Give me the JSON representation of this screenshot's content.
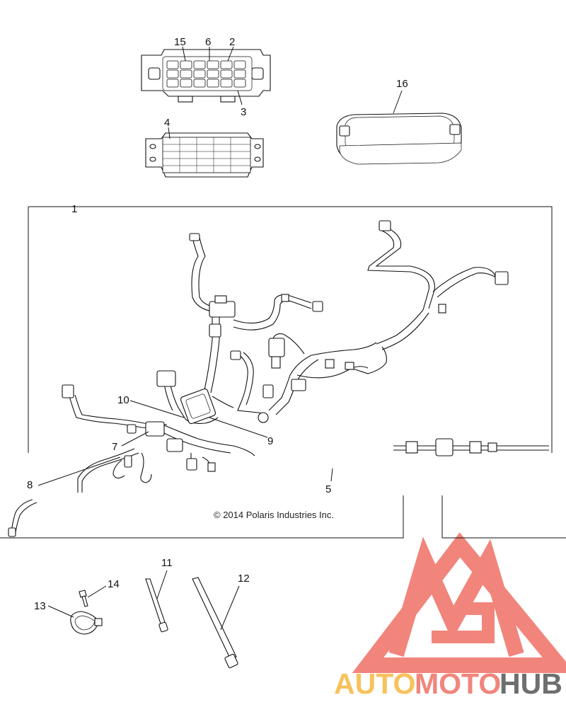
{
  "callouts": {
    "c1": "1",
    "c2": "2",
    "c3": "3",
    "c4": "4",
    "c5": "5",
    "c6": "6",
    "c7": "7",
    "c8": "8",
    "c9": "9",
    "c10": "10",
    "c11": "11",
    "c12": "12",
    "c13": "13",
    "c14": "14",
    "c15": "15",
    "c16": "16"
  },
  "copyright": "© 2014 Polaris Industries Inc.",
  "watermark": {
    "word_auto": "AUTO",
    "word_moto": "MOTO",
    "word_hub": "HUB",
    "colors": {
      "primary": "#f1857c",
      "secondary": "#f7c25c",
      "dark": "#6e6e6e"
    }
  },
  "colors": {
    "ink": "#111111",
    "background": "#ffffff"
  }
}
